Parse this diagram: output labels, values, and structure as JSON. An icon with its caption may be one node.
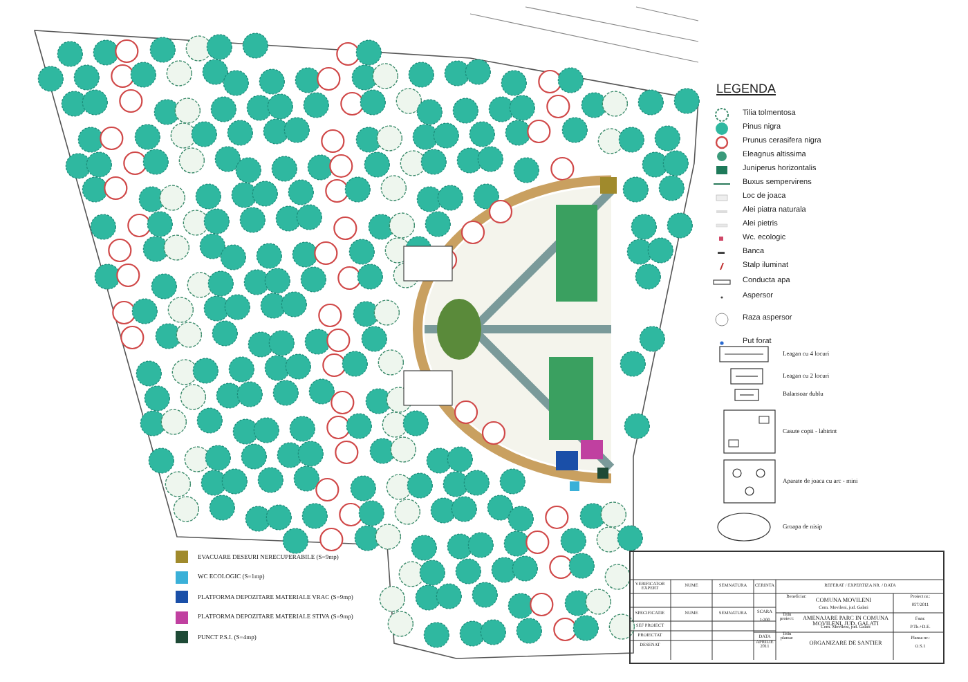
{
  "diagram": {
    "labels": [
      "LEGENDA",
      "VERIFICATOR EXPERT",
      "NUME",
      "SEMNATURA",
      "CERINTA",
      "REFERAT / EXPERTIZA NR. / DATA",
      "SPECIFICATIE",
      "NUME",
      "SEMNATURA",
      "SCARA",
      "1:200",
      "Beneficiar:",
      "COMUNA MOVILENI",
      "Com. Movileni, jud. Galati",
      "Proiect nr.:",
      "057/2011",
      "SEF PROIECT",
      "Titlu proiect:",
      "AMENAJARE PARC IN COMUNA MOVILENI, JUD. GALATI",
      "Com. Movileni, jud. Galati",
      "Faza:",
      "P.Th.+D.E.",
      "PROIECTAT",
      "DATA",
      "APRILIE 2011",
      "DESENAT",
      "Titlu plansa:",
      "ORGANIZARE DE SANTIER",
      "Plansa nr.:",
      "O.S.1"
    ],
    "legend": [
      {
        "text": "Tilia tolmentosa"
      },
      {
        "text": "Pinus nigra"
      },
      {
        "text": "Prunus cerasifera nigra"
      },
      {
        "text": "Eleagnus altissima"
      },
      {
        "text": "Juniperus horizontalis"
      },
      {
        "text": "Buxus sempervirens"
      },
      {
        "text": "Loc de joaca"
      },
      {
        "text": "Alei piatra naturala"
      },
      {
        "text": "Alei pietris"
      },
      {
        "text": "Wc. ecologic"
      },
      {
        "text": "Banca"
      },
      {
        "text": "Stalp iluminat"
      },
      {
        "text": "Conducta apa"
      },
      {
        "text": "Aspersor"
      },
      {
        "text": "Raza aspersor"
      },
      {
        "text": "Put forat"
      },
      {
        "text": "Leagan cu 4 locuri"
      },
      {
        "text": "Leagan cu 2 locuri"
      },
      {
        "text": "Balansoar dublu"
      },
      {
        "text": "Casute copii - labirint"
      },
      {
        "text": "Aparate de joaca cu arc - mini"
      },
      {
        "text": "Groapa de nisip"
      },
      {
        "text": "EVACUARE DESEURI NERECUPERABILE (S=9mp)",
        "color": "#a08a2c"
      },
      {
        "text": "WC ECOLOGIC (S=1mp)",
        "color": "#3ab0d8"
      },
      {
        "text": "PLATFORMA DEPOZITARE MATERIALE VRAC (S=9mp)",
        "color": "#1a4fa8"
      },
      {
        "text": "PLATFORMA DEPOZITARE MATERIALE STIVA (S=9mp)",
        "color": "#c040a0"
      },
      {
        "text": "PUNCT P.S.I. (S=4mp)",
        "color": "#1e4a36"
      }
    ]
  }
}
